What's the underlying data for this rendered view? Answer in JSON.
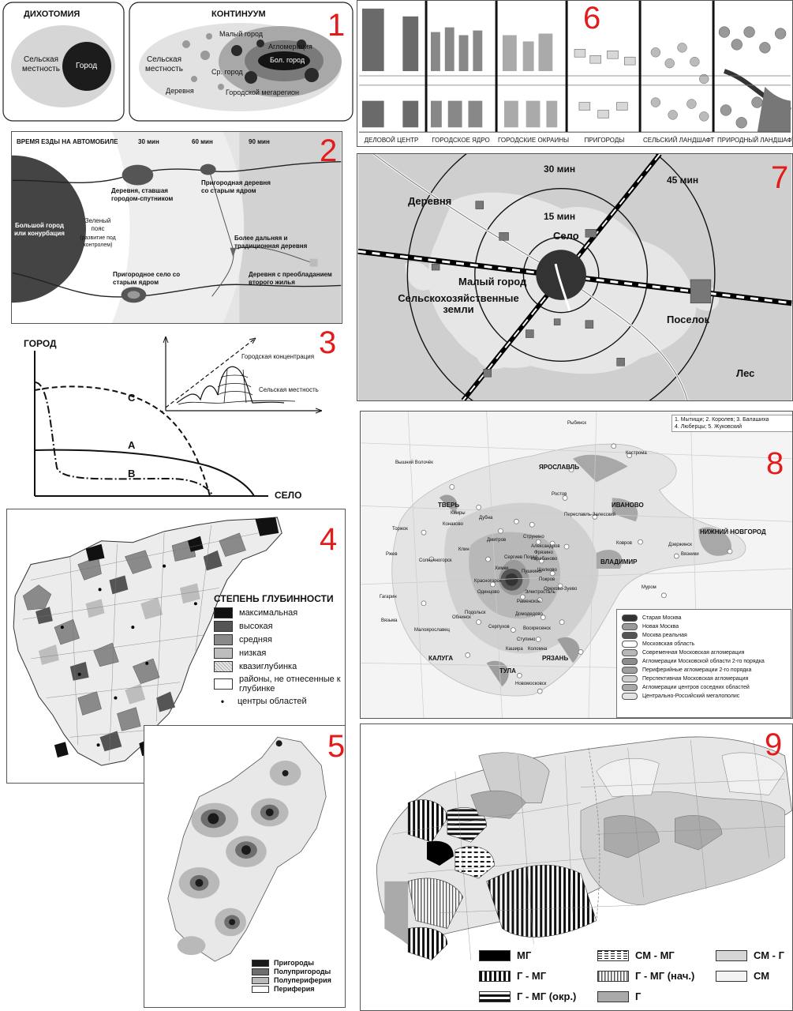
{
  "panel_numbers": [
    "1",
    "2",
    "3",
    "4",
    "5",
    "6",
    "7",
    "8",
    "9"
  ],
  "p1": {
    "left_title": "ДИХОТОМИЯ",
    "rural": "Сельская местность",
    "city": "Город",
    "right_title": "КОНТИНУУМ",
    "rural2": "Сельская местность",
    "small_town": "Малый город",
    "agglomeration": "Агломерация",
    "big_city": "Бол. город",
    "mid_town": "Ср. город",
    "village": "Деревня",
    "megaregion": "Городской мегарегион"
  },
  "p2": {
    "time_label": "ВРЕМЯ ЕЗДЫ НА АВТОМОБИЛЕ",
    "t30": "30 мин",
    "t60": "60 мин",
    "t90": "90 мин",
    "big_city": "Большой город или конурбация",
    "green_belt": "Зеленый пояс",
    "green_belt_note": "(развитие под контролем)",
    "satellite": "Деревня, ставшая городом-спутником",
    "suburban_village": "Пригородная деревня со старым ядром",
    "suburban_selo": "Пригородное село со старым ядром",
    "far_village": "Более дальняя и традиционная деревня",
    "second_homes": "Деревня с преобладанием второго жилья"
  },
  "p3": {
    "y_label": "ГОРОД",
    "x_label": "СЕЛО",
    "curve_c": "С",
    "curve_a": "А",
    "curve_b": "В",
    "inset_city": "Городская концентрация",
    "inset_rural": "Сельская местность"
  },
  "p4": {
    "legend_title": "СТЕПЕНЬ ГЛУБИННОСТИ",
    "legend": [
      {
        "label": "максимальная",
        "color": "#111111"
      },
      {
        "label": "высокая",
        "color": "#555555"
      },
      {
        "label": "средняя",
        "color": "#8a8a8a"
      },
      {
        "label": "низкая",
        "color": "#bdbdbd"
      },
      {
        "label": "квазиглубинка",
        "color": "#e6e6e6"
      },
      {
        "label": "районы, не отнесенные к глубинке",
        "color": "#ffffff"
      }
    ],
    "centers": "центры областей"
  },
  "p5": {
    "legend": [
      {
        "label": "Пригороды",
        "color": "#1a1a1a"
      },
      {
        "label": "Полупригороды",
        "color": "#6e6e6e"
      },
      {
        "label": "Полупериферия",
        "color": "#b9b9b9"
      },
      {
        "label": "Периферия",
        "color": "#ffffff"
      }
    ]
  },
  "p6": {
    "zones": [
      "ДЕЛОВОЙ ЦЕНТР",
      "ГОРОДСКОЕ ЯДРО",
      "ГОРОДСКИЕ ОКРАИНЫ",
      "ПРИГОРОДЫ",
      "СЕЛЬСКИЙ ЛАНДШАФТ",
      "ПРИРОДНЫЙ ЛАНДШАФТ"
    ]
  },
  "p7": {
    "t30": "30 мин",
    "t45": "45 мин",
    "t15": "15 мин",
    "village": "Деревня",
    "selo": "Село",
    "small_town": "Малый город",
    "farmland": "Сельскохозяйственные земли",
    "settlement": "Поселок",
    "forest": "Лес"
  },
  "p8": {
    "note_line1": "1. Мытищи; 2. Королев; 3. Балашиха",
    "note_line2": "4. Люберцы; 5. Жуковский",
    "cities": [
      "Рыбинск",
      "Кострома",
      "ЯРОСЛАВЛЬ",
      "Вышний Волочёк",
      "Ростов",
      "ИВАНОВО",
      "ТВЕРЬ",
      "Кимры",
      "Конаково",
      "Дубна",
      "Переславль-Залесский",
      "Торжок",
      "Ржев",
      "Клин",
      "Дмитров",
      "Сергиев Посад",
      "Александров",
      "Струнино",
      "Карабаново",
      "Ковров",
      "Дзержинск",
      "НИЖНИЙ НОВГОРОД",
      "Вязники",
      "ВЛАДИМИР",
      "Солнечногорск",
      "Химки",
      "Щелково",
      "Покров",
      "Орехово-Зуево",
      "Электросталь",
      "Одинцово",
      "Красногорск",
      "Раменское",
      "Гагарин",
      "Подольск",
      "Домодедово",
      "Воскресенск",
      "Вязьма",
      "Обнинск",
      "Малоярославец",
      "Серпухов",
      "Коломна",
      "Ступино",
      "Кашира",
      "Муром",
      "КАЛУГА",
      "ТУЛА",
      "РЯЗАНЬ",
      "Новомосковск",
      "Фрязино",
      "Пушкино"
    ],
    "legend": [
      {
        "label": "Старая Москва",
        "color": "#333333"
      },
      {
        "label": "Новая Москва",
        "color": "#9a9a9a"
      },
      {
        "label": "Москва реальная",
        "color": "#555555"
      },
      {
        "label": "Московская область",
        "color": "#ffffff"
      },
      {
        "label": "Современная Московская агломерация",
        "color": "#b8b8b8"
      },
      {
        "label": "Агломерации Московской области 2-го порядка",
        "color": "#8c8c8c"
      },
      {
        "label": "Периферийные агломерации 2-го порядка",
        "color": "#9e9e9e"
      },
      {
        "label": "Перспективная Московская агломерация",
        "color": "#d0d0d0"
      },
      {
        "label": "Агломерации центров соседних областей",
        "color": "#a8a8a8"
      },
      {
        "label": "Центрально-Российский мегалополис",
        "color": "#e4e4e4"
      }
    ]
  },
  "p9": {
    "legend": [
      {
        "label": "МГ",
        "pattern": "solid-black"
      },
      {
        "label": "СМ - МГ",
        "pattern": "dashed-horizontal"
      },
      {
        "label": "СМ - Г",
        "pattern": "light-gray"
      },
      {
        "label": "Г - МГ",
        "pattern": "vertical-stripes"
      },
      {
        "label": "Г - МГ (нач.)",
        "pattern": "thin-vertical"
      },
      {
        "label": "СМ",
        "pattern": "white"
      },
      {
        "label": "Г - МГ (окр.)",
        "pattern": "horizontal-stripes"
      },
      {
        "label": "Г",
        "pattern": "mid-gray"
      }
    ]
  }
}
